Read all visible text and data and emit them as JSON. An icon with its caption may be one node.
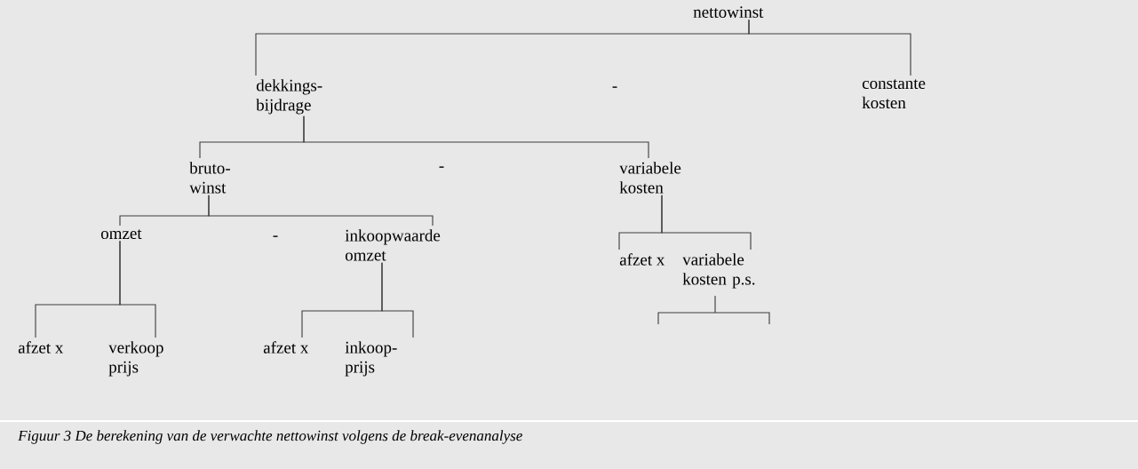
{
  "diagram": {
    "caption": "Figuur 3 De berekening van de verwachte nettowinst volgens de break-evenanalyse",
    "nodes": [
      {
        "text": [
          "nettowinst"
        ]
      },
      {
        "text": [
          "dekkings- bijdrage"
        ]
      },
      {
        "text": [
          "constante kosten"
        ]
      },
      {
        "text": [
          "bruto- winst"
        ]
      },
      {
        "text": [
          "variabele kosten"
        ]
      },
      {
        "text": [
          "omzet"
        ]
      },
      {
        "text": [
          "inkoopwaarde omzet"
        ]
      },
      {
        "text": [
          "afzet x"
        ]
      },
      {
        "text": [
          "variabele kosten p.s."
        ]
      },
      {
        "text": [
          "afzet x"
        ]
      },
      {
        "text": [
          "verkoop prijs"
        ]
      },
      {
        "text": [
          "afzet x"
        ]
      },
      {
        "text": [
          "inkoop- prijs"
        ]
      }
    ],
    "edges": [
      {
        "from": 0,
        "to": 1,
        "arrow": "none"
      },
      {
        "from": 0,
        "to": 2,
        "arrow": "none"
      },
      {
        "from": 1,
        "to": 3,
        "arrow": "none"
      },
      {
        "from": 1,
        "to": 4,
        "arrow": "none"
      },
      {
        "from": 3,
        "to": 5,
        "arrow": "none"
      },
      {
        "from": 3,
        "to": 6,
        "arrow": "none"
      },
      {
        "from": 4,
        "to": 7,
        "arrow": "none"
      },
      {
        "from": 4,
        "to": 8,
        "arrow": "none"
      },
      {
        "from": 5,
        "to": 9,
        "arrow": "none"
      },
      {
        "from": 5,
        "to": 10,
        "arrow": "none"
      },
      {
        "from": 6,
        "to": 11,
        "arrow": "none"
      },
      {
        "from": 6,
        "to": 12,
        "arrow": "none"
      }
    ],
    "labels": [
      "-",
      "-",
      "-"
    ]
  }
}
